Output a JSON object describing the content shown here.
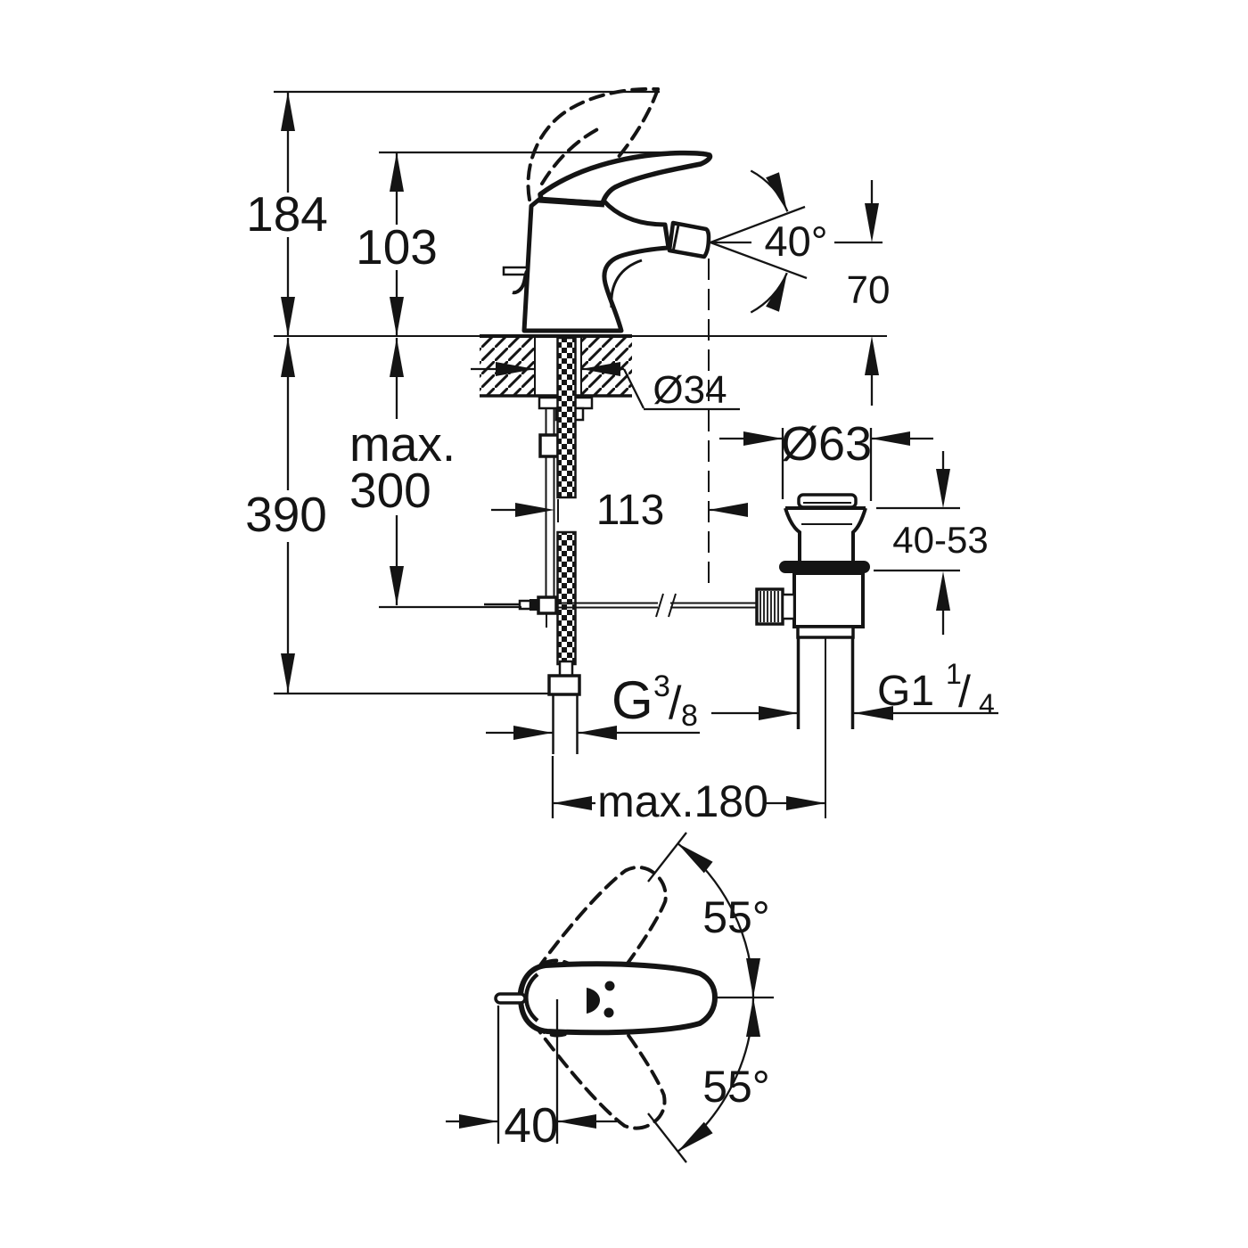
{
  "side_view": {
    "dimensions": {
      "height_overall": "184",
      "height_body": "103",
      "spout_angle": "40°",
      "spout_height": "70",
      "hole_diameter": "Ø34",
      "install_depth_prefix": "max.",
      "install_depth_value": "300",
      "hose_length": "390",
      "spout_projection": "113",
      "waste_flange_diameter": "Ø63",
      "waste_adjust_range": "40-53",
      "waste_offset": "max.180",
      "hose_thread": {
        "g": "G",
        "numerator": "3",
        "slash": "/",
        "denominator": "8"
      },
      "waste_thread": {
        "g": "G1",
        "numerator": "1",
        "slash": "/",
        "denominator": "4"
      }
    }
  },
  "bottom_view": {
    "dimensions": {
      "handle_swing_up": "55°",
      "handle_swing_down": "55°",
      "handle_overhang": "40"
    }
  }
}
